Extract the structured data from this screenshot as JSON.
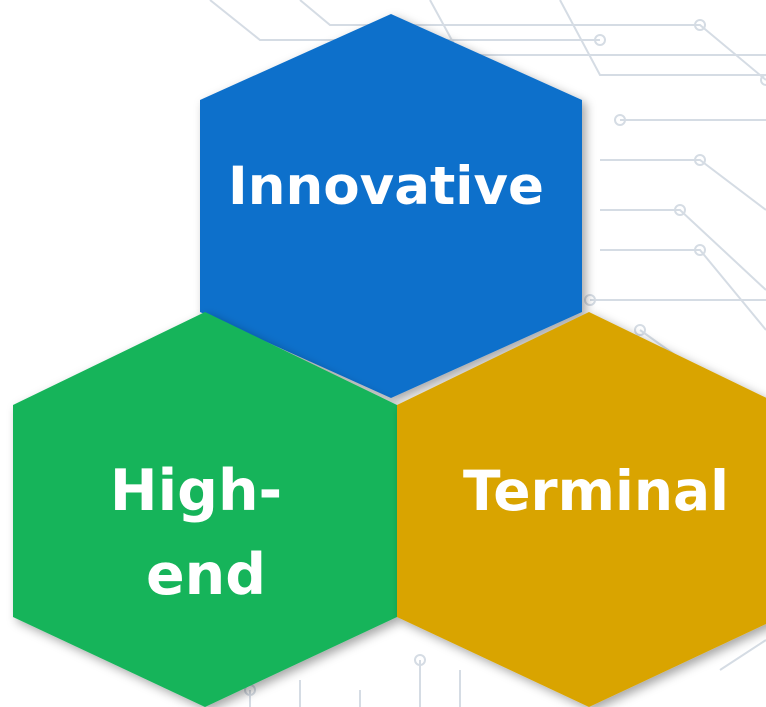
{
  "diagram": {
    "hexagons": [
      {
        "id": "innovative",
        "lines": [
          "Innovative"
        ],
        "color": "#0C6FCB"
      },
      {
        "id": "high-end",
        "lines": [
          "High-",
          "end"
        ],
        "color": "#14B45A"
      },
      {
        "id": "terminal",
        "lines": [
          "Terminal"
        ],
        "color": "#D9A404"
      }
    ],
    "background": {
      "pattern": "circuit-board-lines",
      "line_color": "#D5DCE4"
    }
  }
}
